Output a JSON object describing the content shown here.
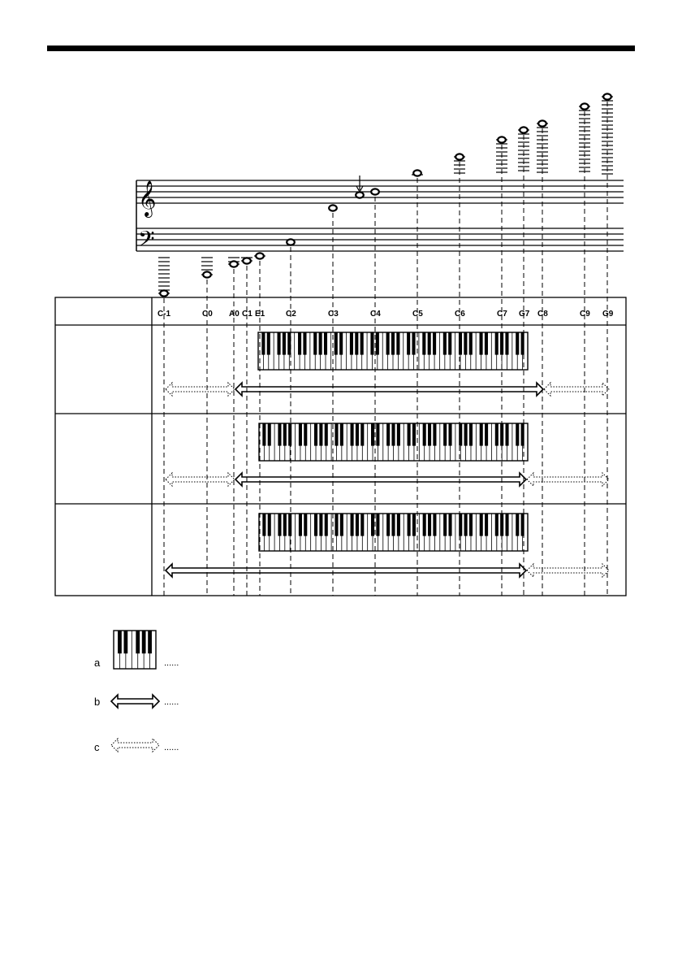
{
  "header": {},
  "notes": {
    "labels": [
      "C-1",
      "C0",
      "A0",
      "C1",
      "E1",
      "C2",
      "C3",
      "C4",
      "C5",
      "C6",
      "C7",
      "G7",
      "C8",
      "C9",
      "G9"
    ]
  },
  "table": {
    "rows": 3
  },
  "legend": {
    "items": [
      {
        "letter": "a",
        "icon": "mini-keyboard-icon",
        "dots": "......"
      },
      {
        "letter": "b",
        "icon": "solid-double-arrow-icon",
        "dots": "......"
      },
      {
        "letter": "c",
        "icon": "dotted-double-arrow-icon",
        "dots": "......"
      }
    ]
  },
  "colors": {
    "ink": "#000000",
    "paper": "#ffffff"
  }
}
